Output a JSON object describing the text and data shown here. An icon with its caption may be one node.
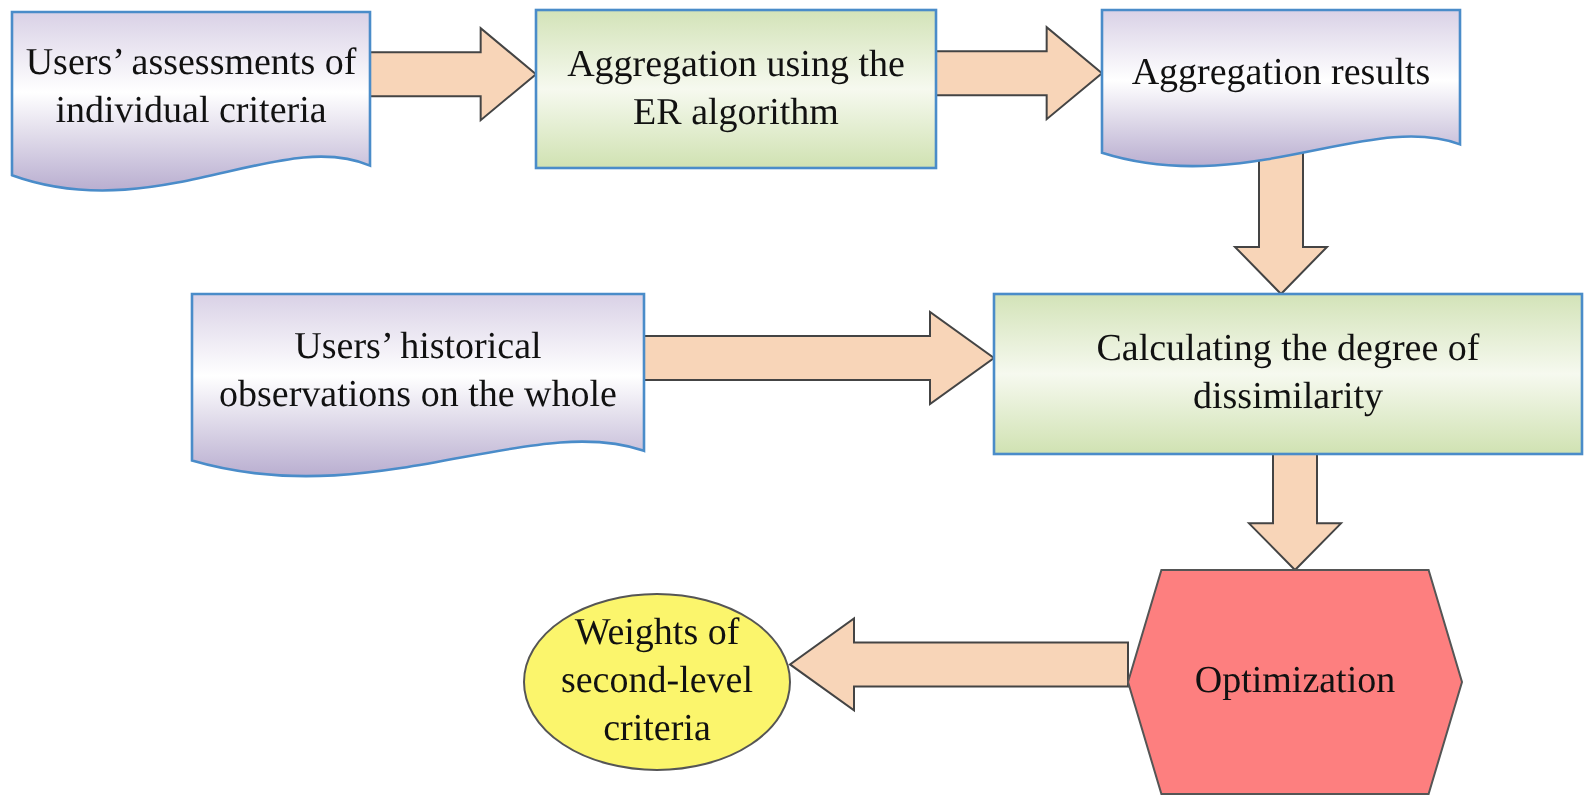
{
  "diagram": {
    "nodes": [
      {
        "text": [
          "Users’ assessments of individual criteria"
        ]
      },
      {
        "text": [
          "Aggregation using the ER algorithm"
        ]
      },
      {
        "text": [
          "Aggregation results"
        ]
      },
      {
        "text": [
          "Users’ historical observations on the whole"
        ]
      },
      {
        "text": [
          "Calculating the degree of dissimilarity"
        ]
      },
      {
        "text": [
          "Optimization"
        ]
      },
      {
        "text": [
          "Weights of second-level criteria"
        ]
      }
    ],
    "edges": [
      {
        "from": 0,
        "to": 1,
        "arrow": "to",
        "style": "thick"
      },
      {
        "from": 1,
        "to": 2,
        "arrow": "to",
        "style": "thick"
      },
      {
        "from": 2,
        "to": 4,
        "arrow": "to",
        "style": "thick"
      },
      {
        "from": 3,
        "to": 4,
        "arrow": "to",
        "style": "thick"
      },
      {
        "from": 4,
        "to": 5,
        "arrow": "to",
        "style": "thick"
      },
      {
        "from": 5,
        "to": 6,
        "arrow": "to",
        "style": "thick"
      }
    ]
  }
}
